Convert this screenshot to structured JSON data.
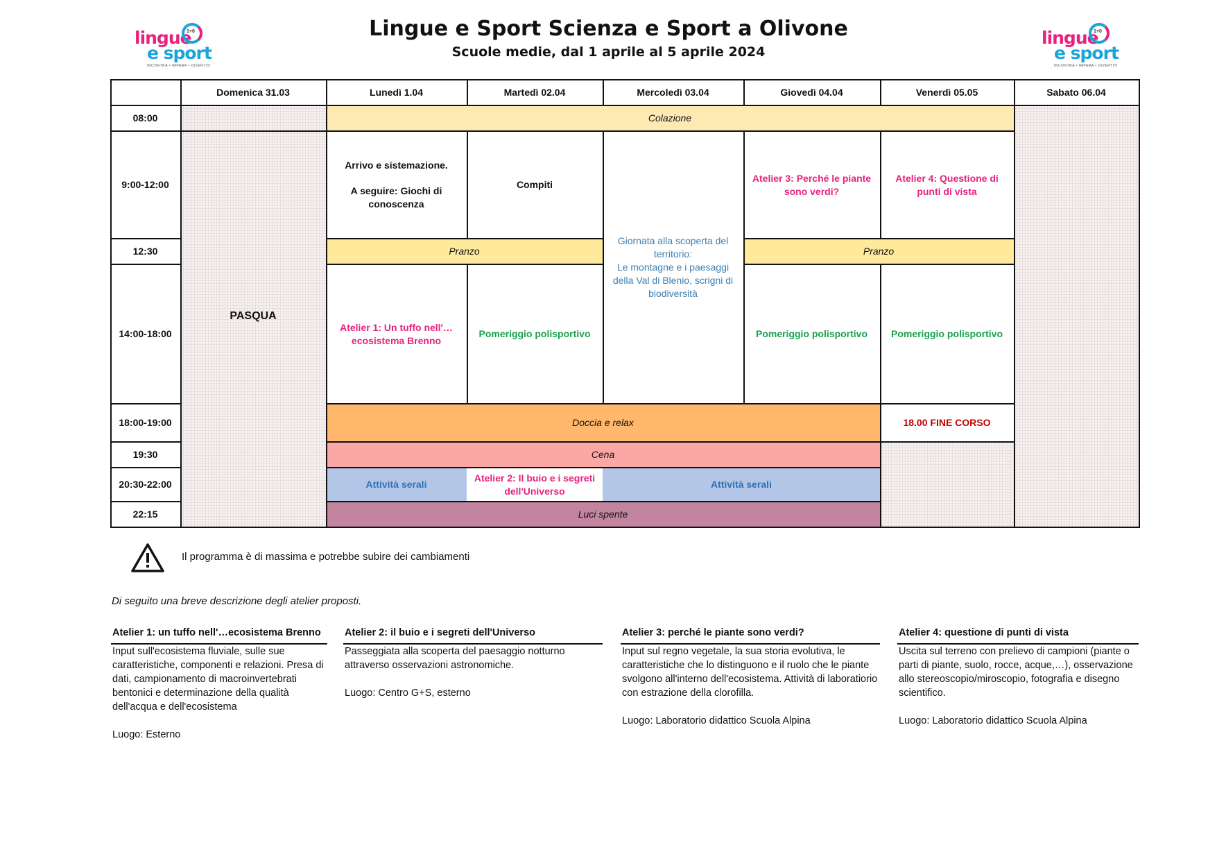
{
  "header": {
    "title": "Lingue e Sport Scienza e Sport a Olivone",
    "subtitle": "Scuole medie, dal 1 aprile al 5 aprile 2024"
  },
  "logo": {
    "line1": "lingue",
    "line2": "e sport",
    "mark": "1+0",
    "tagline": "INCONTRA • IMPARA • DIVERTITI"
  },
  "days": [
    "Domenica 31.03",
    "Lunedì 1.04",
    "Martedì 02.04",
    "Mercoledì 03.04",
    "Giovedì 04.04",
    "Venerdì 05.05",
    "Sabato 06.04"
  ],
  "times": [
    "08:00",
    "9:00-12:00",
    "12:30",
    "14:00-18:00",
    "18:00-19:00",
    "19:30",
    "20:30-22:00",
    "22:15"
  ],
  "colors": {
    "colazione": "#fdeab2",
    "pranzo": "#feea9a",
    "doccia": "#ffb86c",
    "cena": "#fba7a5",
    "serali": "#b4c6e7",
    "luci": "#c2849f",
    "pink": "#e6227e",
    "green": "#18a14e",
    "blue": "#2b73b5",
    "fine": "#c00000"
  },
  "schedule": {
    "pasqua": "PASQUA",
    "colazione": "Colazione",
    "lun_morning_1": "Arrivo e sistemazione.",
    "lun_morning_2": "A seguire: Giochi di conoscenza",
    "mar_morning": "Compiti",
    "mer_day": "Giornata alla scoperta del territorio:\nLe montagne e i paesaggi della Val di Blenio, scrigni di biodiversità",
    "gio_morning": "Atelier 3: Perché le piante sono verdi?",
    "ven_morning": "Atelier 4: Questione di punti di vista",
    "pranzo_1": "Pranzo",
    "pranzo_2": "Pranzo",
    "lun_afternoon": "Atelier 1: Un tuffo nell'…ecosistema Brenno",
    "mar_afternoon": "Pomeriggio polisportivo",
    "gio_afternoon": "Pomeriggio polisportivo",
    "ven_afternoon": "Pomeriggio polisportivo",
    "doccia": "Doccia e relax",
    "fine_corso": "18.00 FINE CORSO",
    "cena": "Cena",
    "serali_1": "Attività serali",
    "mar_evening": "Atelier 2: Il buio e i segreti dell'Universo",
    "serali_2": "Attività serali",
    "luci": "Luci spente"
  },
  "note": "Il programma è di massima e potrebbe subire dei cambiamenti",
  "intro": "Di seguito una breve descrizione degli atelier proposti.",
  "ateliers": [
    {
      "title": "Atelier 1: un tuffo nell'…ecosistema Brenno",
      "desc": "Input sull'ecosistema fluviale, sulle sue caratteristiche, componenti e relazioni. Presa di dati, campionamento di macroinvertebrati bentonici e determinazione della qualità dell'acqua e dell'ecosistema\n\nLuogo: Esterno"
    },
    {
      "title": "Atelier 2: il buio e i segreti dell'Universo",
      "desc": "Passeggiata alla scoperta del paesaggio notturno attraverso osservazioni astronomiche.\n\nLuogo: Centro G+S, esterno"
    },
    {
      "title": "Atelier 3: perché le piante sono verdi?",
      "desc": "Input sul regno vegetale, la sua storia evolutiva, le caratteristiche che lo distinguono e il ruolo che le piante svolgono all'interno dell'ecosistema. Attività di laboratiorio con estrazione della clorofilla.\n\nLuogo: Laboratorio didattico Scuola Alpina"
    },
    {
      "title": "Atelier 4: questione di punti di vista",
      "desc": "Uscita sul terreno con prelievo di campioni (piante o parti di piante, suolo, rocce, acque,…), osservazione allo stereoscopio/miroscopio, fotografia e disegno scientifico.\n\nLuogo: Laboratorio didattico Scuola Alpina"
    }
  ]
}
